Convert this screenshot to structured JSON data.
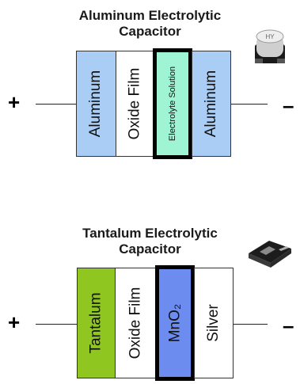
{
  "diagrams": [
    {
      "title_line1": "Aluminum Electrolytic",
      "title_line2": "Capacitor",
      "plus": "+",
      "minus": "–",
      "layers": [
        {
          "label": "Aluminum",
          "color": "#a9cdf5"
        },
        {
          "label": "Oxide Film",
          "color": "#ffffff"
        },
        {
          "label": "Electrolyte Solution",
          "color": "#9ff5d3"
        },
        {
          "label": "Aluminum",
          "color": "#a9cdf5"
        }
      ],
      "icon": "capacitor-can-icon"
    },
    {
      "title_line1": "Tantalum Electrolytic",
      "title_line2": "Capacitor",
      "plus": "+",
      "minus": "–",
      "layers": [
        {
          "label": "Tantalum",
          "color": "#8fc620"
        },
        {
          "label": "Oxide Film",
          "color": "#ffffff"
        },
        {
          "label": "MnO₂",
          "color": "#6d8cf0"
        },
        {
          "label": "Silver",
          "color": "#ffffff"
        }
      ],
      "icon": "smd-chip-icon"
    }
  ]
}
